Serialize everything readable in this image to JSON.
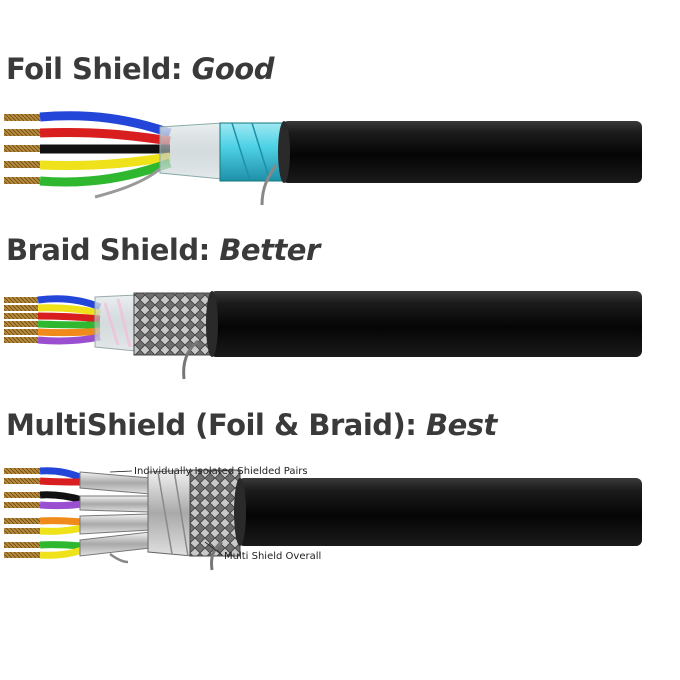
{
  "sections": [
    {
      "title_prefix": "Foil Shield: ",
      "rating": "Good"
    },
    {
      "title_prefix": "Braid Shield: ",
      "rating": "Better"
    },
    {
      "title_prefix": "MultiShield (Foil & Braid): ",
      "rating": "Best",
      "callouts": [
        "Individually Isolated Shielded Pairs",
        "Multi Shield Overall"
      ]
    }
  ],
  "colors": {
    "jacket": "#141414",
    "foil_cyan": "#4fd2e6",
    "braid": "#8a8a8a",
    "copper": "#b58a3c",
    "wire_blue": "#2446d8",
    "wire_red": "#d81e1e",
    "wire_black": "#111111",
    "wire_yellow": "#f0e21a",
    "wire_green": "#2fb82f",
    "wire_orange": "#f08a1a",
    "wire_purple": "#9a4fd0"
  }
}
